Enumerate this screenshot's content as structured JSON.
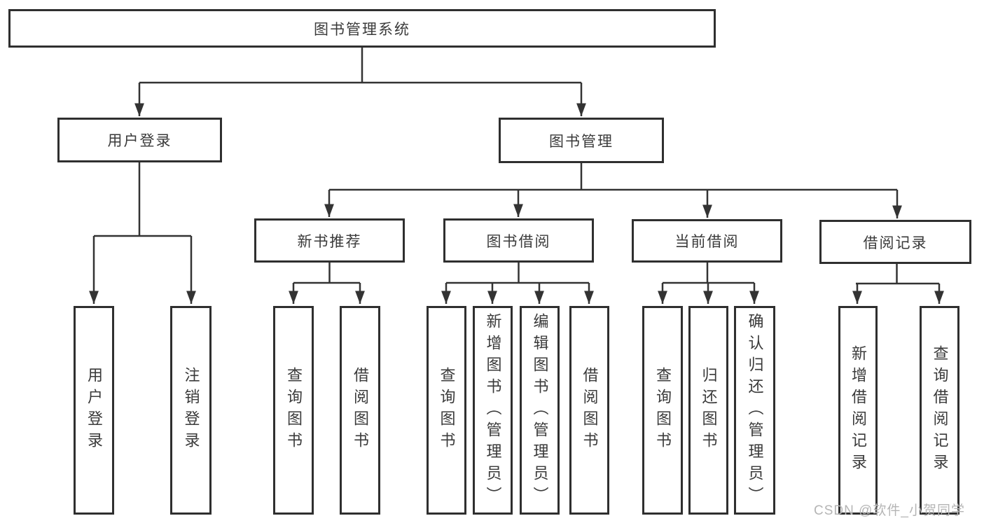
{
  "diagram": {
    "root": {
      "label": "图书管理系统"
    },
    "branches": [
      {
        "label": "用户登录",
        "children": [
          {
            "label": "用户登录"
          },
          {
            "label": "注销登录"
          }
        ]
      },
      {
        "label": "图书管理",
        "children": [
          {
            "label": "新书推荐",
            "children": [
              {
                "label": "查询图书"
              },
              {
                "label": "借阅图书"
              }
            ]
          },
          {
            "label": "图书借阅",
            "children": [
              {
                "label": "查询图书"
              },
              {
                "label": "新增图书（管理员）"
              },
              {
                "label": "编辑图书（管理员）"
              },
              {
                "label": "借阅图书"
              }
            ]
          },
          {
            "label": "当前借阅",
            "children": [
              {
                "label": "查询图书"
              },
              {
                "label": "归还图书"
              },
              {
                "label": "确认归还（管理员）"
              }
            ]
          },
          {
            "label": "借阅记录",
            "children": [
              {
                "label": "新增借阅记录"
              },
              {
                "label": "查询借阅记录"
              }
            ]
          }
        ]
      }
    ]
  },
  "watermark": {
    "text": "CSDN @软件_小贺同学"
  },
  "colors": {
    "line": "#333333",
    "box_border": "#2f2f2f",
    "text": "#3a3a3a",
    "watermark": "#b5b5b5",
    "background": "#ffffff"
  }
}
